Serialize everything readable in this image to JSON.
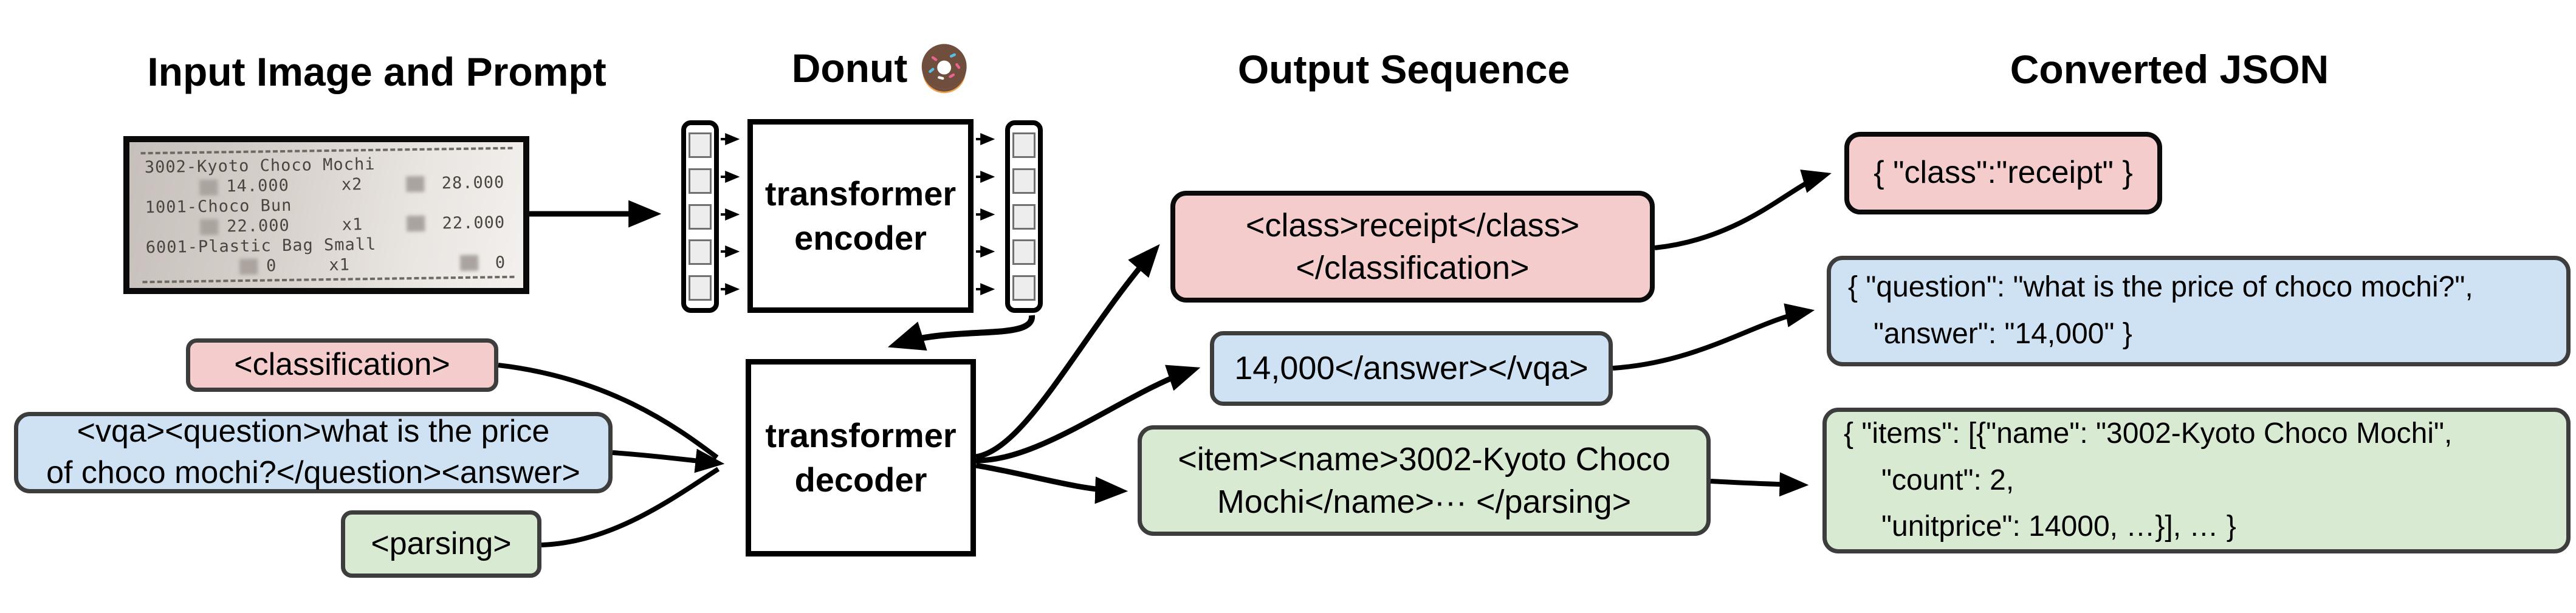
{
  "headings": {
    "input": "Input Image and Prompt",
    "model": "Donut",
    "output": "Output Sequence",
    "json": "Converted JSON"
  },
  "receipt": {
    "lines": [
      {
        "text": "3002-Kyoto Choco Mochi"
      },
      {
        "unit": "14.000",
        "qty": "x2",
        "total": "28.000"
      },
      {
        "text": "1001-Choco Bun"
      },
      {
        "unit": "22.000",
        "qty": "x1",
        "total": "22.000"
      },
      {
        "text": "6001-Plastic Bag Small"
      },
      {
        "unit": "0",
        "qty": "x1",
        "total": "0"
      }
    ]
  },
  "encoder": {
    "line1": "transformer",
    "line2": "encoder"
  },
  "decoder": {
    "line1": "transformer",
    "line2": "decoder"
  },
  "prompts": {
    "classification": "<classification>",
    "vqa_line1": "<vqa><question>what is the price",
    "vqa_line2": "of choco mochi?</question><answer>",
    "parsing": "<parsing>"
  },
  "outputs": {
    "classification_line1": "<class>receipt</class>",
    "classification_line2": "</classification>",
    "vqa": "14,000</answer></vqa>",
    "parsing_line1": "<item><name>3002-Kyoto Choco",
    "parsing_line2": "Mochi</name>··· </parsing>"
  },
  "json_boxes": {
    "classification": "{ \"class\":\"receipt\" }",
    "vqa_line1": "{ \"question\": \"what is the price of choco mochi?\",",
    "vqa_line2": "\"answer\": \"14,000\" }",
    "parsing_line1": "{ \"items\": [{\"name\": \"3002-Kyoto Choco Mochi\",",
    "parsing_line2": "\"count\": 2,",
    "parsing_line3": "\"unitprice\": 14000, …}], … }"
  },
  "colors": {
    "classification_fill": "#f4cccc",
    "vqa_fill": "#cfe2f3",
    "parsing_fill": "#d9ead3",
    "border_dark": "#3d3d3d",
    "arrow": "#000000"
  }
}
